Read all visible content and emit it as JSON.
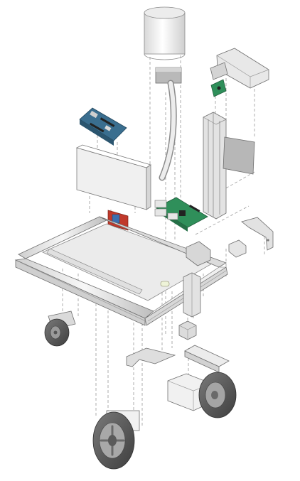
{
  "figure": {
    "kind": "exploded-view",
    "background": "#ffffff",
    "palette": {
      "aluminum_light": "#f2f2f2",
      "aluminum_mid": "#d9d9d9",
      "aluminum_dark": "#a8a8a8",
      "outline": "#6f6f6f",
      "guide_line": "#9a9a9a",
      "board_green": "#2f8f5a",
      "arduino_blue": "#3a6e8f",
      "relay_red": "#c0392b",
      "wheel_dark": "#5b5b5b",
      "chip_black": "#222222"
    }
  },
  "parts": [
    {
      "id": "cylinder-container",
      "icon": "cylinder-shape"
    },
    {
      "id": "bent-tube-with-nozzle",
      "icon": "tube-shape"
    },
    {
      "id": "camera-mount-bracket",
      "icon": "bracket-shape"
    },
    {
      "id": "camera-module",
      "icon": "camera-board"
    },
    {
      "id": "vertical-aluminum-post",
      "icon": "extrusion-post"
    },
    {
      "id": "mounting-plate",
      "icon": "plate-shape"
    },
    {
      "id": "arduino-board",
      "icon": "microcontroller-board"
    },
    {
      "id": "battery-block",
      "icon": "box-shape"
    },
    {
      "id": "raspberry-pi-board",
      "icon": "single-board-computer"
    },
    {
      "id": "relay-module",
      "icon": "relay-board"
    },
    {
      "id": "motor-driver-module",
      "icon": "driver-board"
    },
    {
      "id": "aluminum-chassis-frame",
      "icon": "frame-shape"
    },
    {
      "id": "corner-bracket-right",
      "icon": "bracket-shape"
    },
    {
      "id": "small-corner-bracket",
      "icon": "bracket-shape"
    },
    {
      "id": "front-caster-wheel",
      "icon": "caster-wheel"
    },
    {
      "id": "small-standoff",
      "icon": "standoff"
    },
    {
      "id": "short-vertical-post",
      "icon": "extrusion-post"
    },
    {
      "id": "cube-connector",
      "icon": "cube-shape"
    },
    {
      "id": "angle-bracket-bottom",
      "icon": "bracket-shape"
    },
    {
      "id": "short-extrusion-bar",
      "icon": "extrusion-bar"
    },
    {
      "id": "drive-motor",
      "icon": "motor-block"
    },
    {
      "id": "drive-wheel-right",
      "icon": "drive-wheel"
    },
    {
      "id": "drive-wheel-left",
      "icon": "drive-wheel"
    }
  ]
}
